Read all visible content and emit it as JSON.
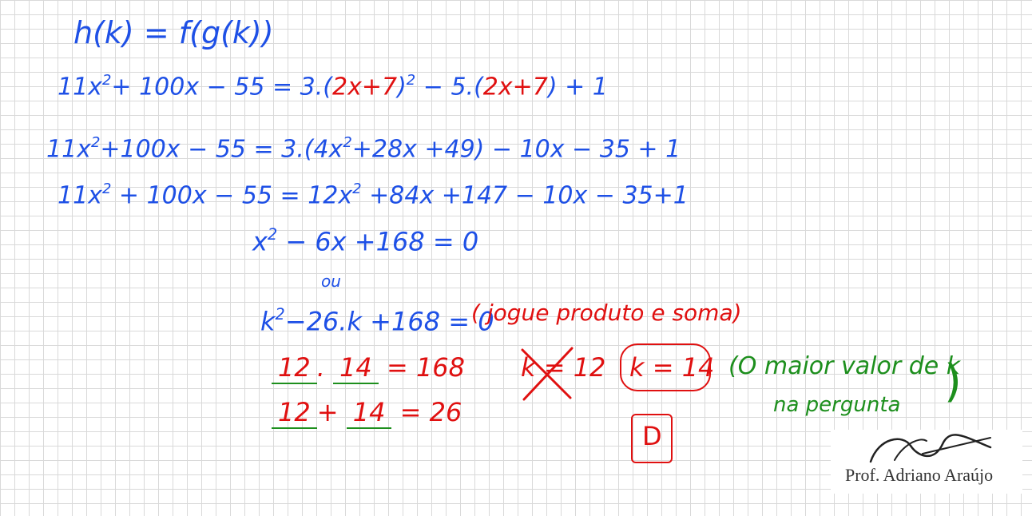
{
  "colors": {
    "blue_ink": "#1e50e6",
    "red_ink": "#e01010",
    "green_ink": "#1d8f1d",
    "grid": "#d9d9d9"
  },
  "lines": {
    "l1": "h(k) = f(g(k))",
    "l2_a": "11x",
    "l2_b": "+ 100x − 55 = 3.(",
    "l2_c": "2x+7",
    "l2_d": ")",
    "l2_e": " − 5.(",
    "l2_f": "2x+7",
    "l2_g": ") + 1",
    "l3_a": "11x",
    "l3_b": "+100x − 55 = 3.(4x",
    "l3_c": "+28x +49) − 10x − 35 + 1",
    "l4_a": "11x",
    "l4_b": " + 100x − 55 = 12x",
    "l4_c": " +84x +147 − 10x − 35+1",
    "l5_a": "x",
    "l5_b": " − 6x +168 = 0",
    "l6": "ou",
    "l7_a": "k",
    "l7_b": "−26.k +168 = 0",
    "sup2": "2",
    "l8_n1": "12",
    "l8_n2": "14",
    "l8_rest": " = 168",
    "l9_n1": "12",
    "l9_n2": "14",
    "l9_rest": " = 26",
    "dot": ".",
    "plus": "+"
  },
  "annotations": {
    "jogue": "( jogue produto e soma)",
    "k_not_12": "k = 12",
    "k_eq_14": "k = 14",
    "answer": "D",
    "maior_1": "(O maior valor de k",
    "maior_2": "na pergunta",
    "maior_close": ")"
  },
  "signature": {
    "name": "Prof. Adriano Araújo"
  }
}
